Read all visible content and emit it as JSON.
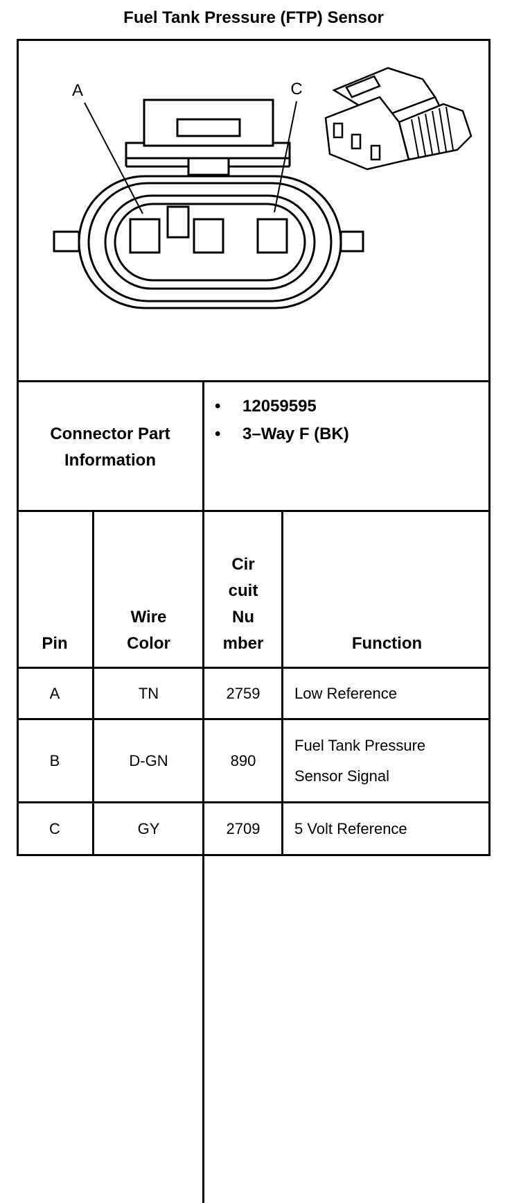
{
  "title": "Fuel Tank Pressure (FTP) Sensor",
  "diagram": {
    "callouts": {
      "left": "A",
      "right": "C"
    }
  },
  "connector_info": {
    "label_line1": "Connector Part",
    "label_line2": "Information",
    "items": [
      "12059595",
      "3–Way F (BK)"
    ],
    "bullet": "•"
  },
  "table": {
    "headers": {
      "pin": "Pin",
      "wire_color_1": "Wire",
      "wire_color_2": "Color",
      "circuit_1": "Cir",
      "circuit_2": "cuit",
      "circuit_3": "Nu",
      "circuit_4": "mber",
      "function": "Function"
    },
    "rows": [
      {
        "pin": "A",
        "color": "TN",
        "circuit": "2759",
        "function_1": "Low Reference",
        "function_2": ""
      },
      {
        "pin": "B",
        "color": "D-GN",
        "circuit": "890",
        "function_1": "Fuel Tank Pressure",
        "function_2": "Sensor Signal"
      },
      {
        "pin": "C",
        "color": "GY",
        "circuit": "2709",
        "function_1": "5 Volt Reference",
        "function_2": ""
      }
    ]
  }
}
